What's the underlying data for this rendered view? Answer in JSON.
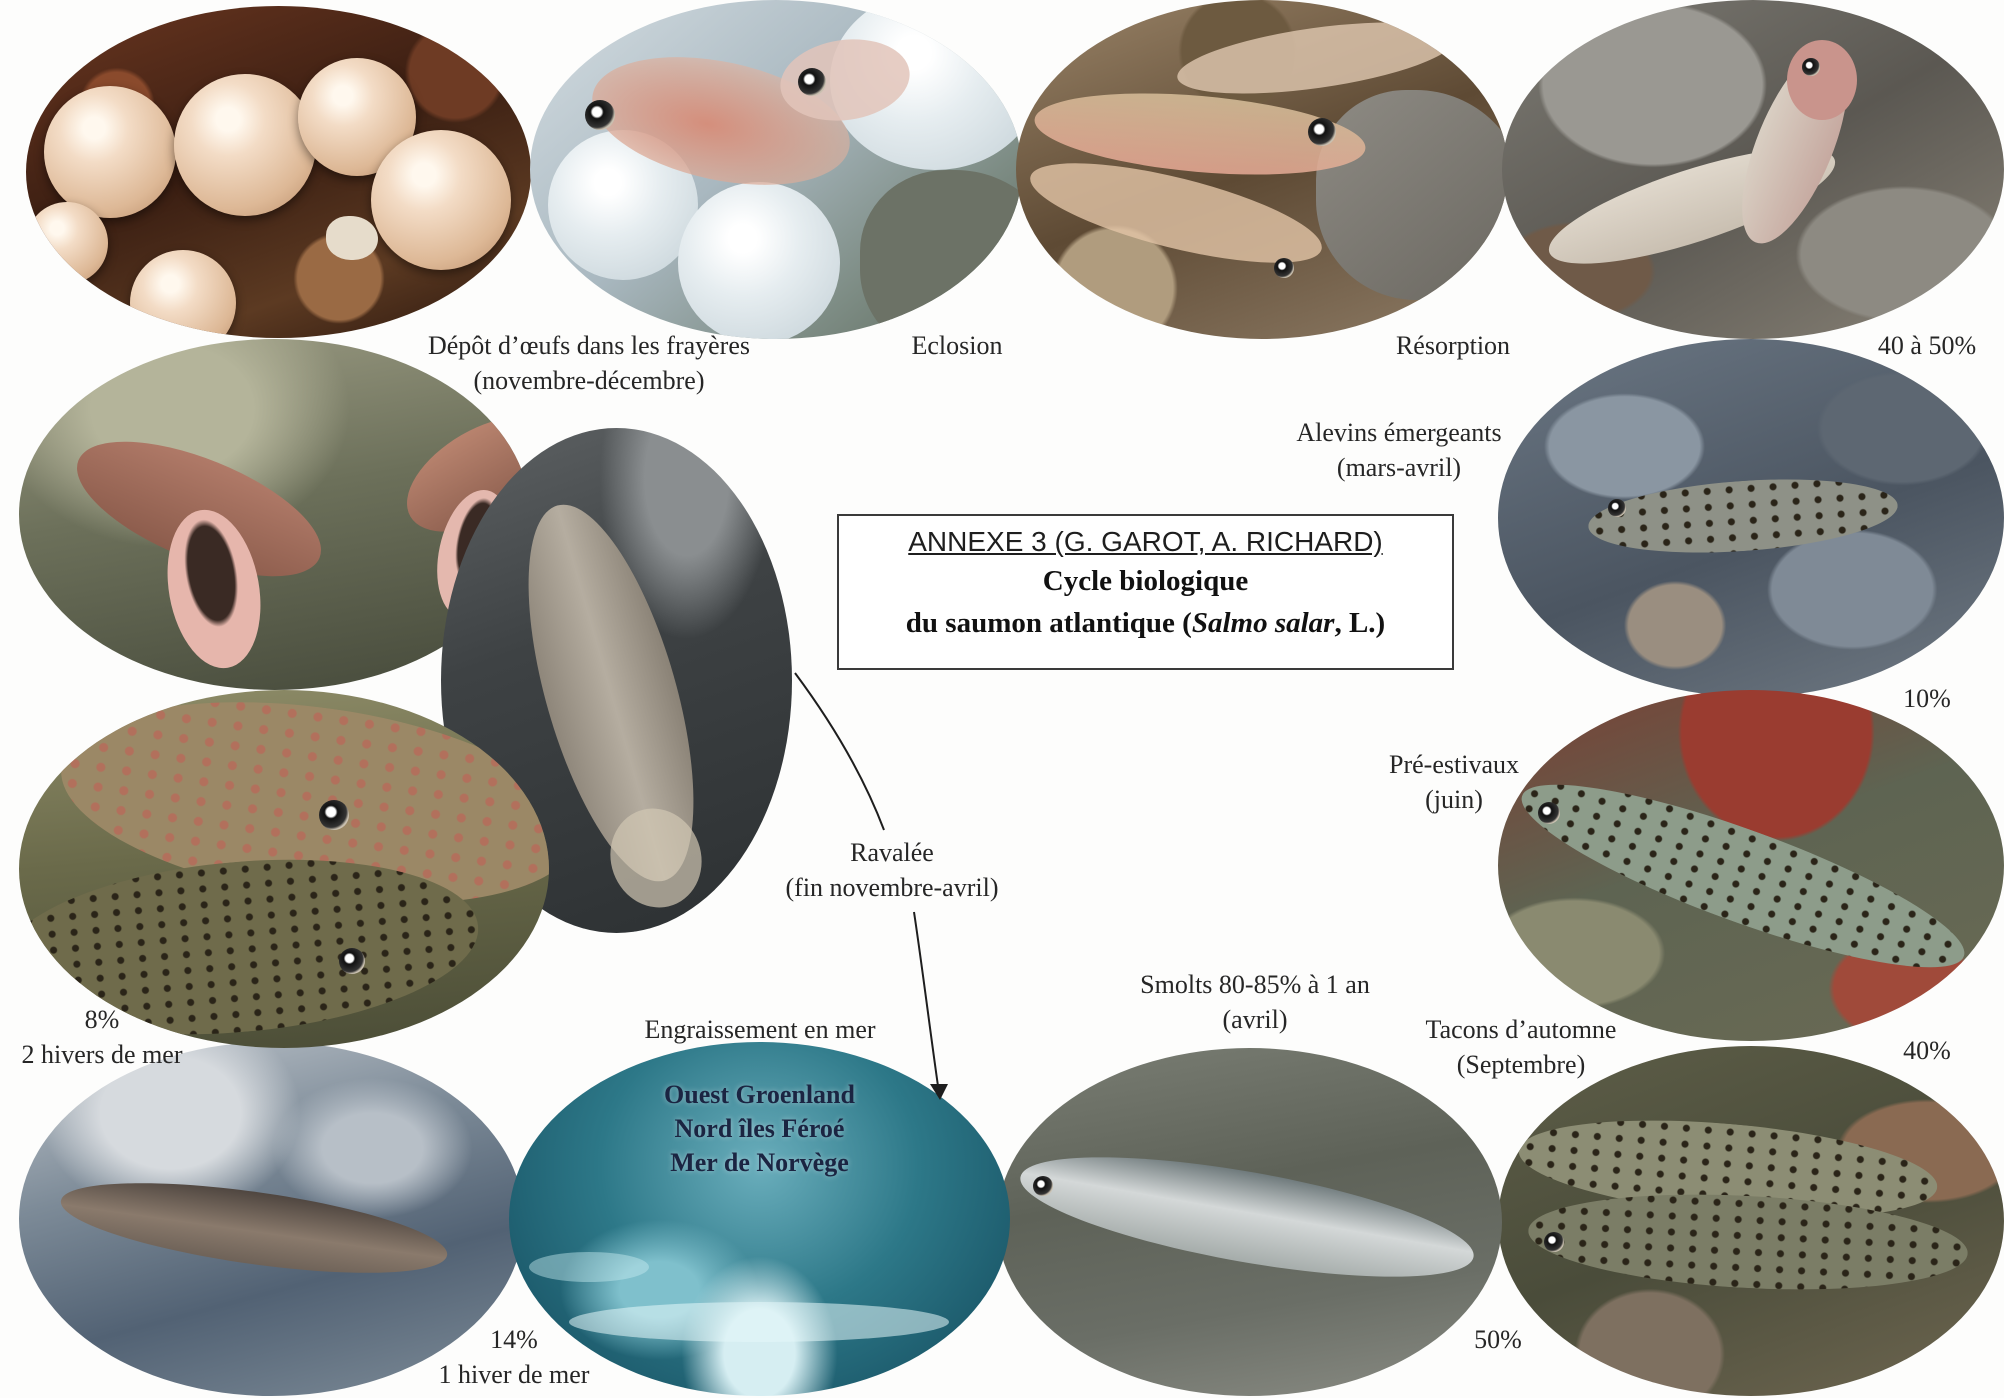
{
  "document": {
    "annex_label": "ANNEXE 3 (G. GAROT, A. RICHARD)",
    "title_line1": "Cycle biologique",
    "title_line2_prefix": "du saumon atlantique (",
    "title_line2_species": "Salmo salar",
    "title_line2_suffix": ", L.)"
  },
  "stages": {
    "depot": {
      "line1": "Dépôt d’œufs dans les frayères",
      "line2": "(novembre-décembre)"
    },
    "eclosion": "Eclosion",
    "resorption": "Résorption",
    "alevins": {
      "line1": "Alevins émergeants",
      "line2": "(mars-avril)"
    },
    "pre_estivaux": {
      "line1": "Pré-estivaux",
      "line2": "(juin)"
    },
    "tacons": {
      "line1": "Tacons d’automne",
      "line2": "(Septembre)"
    },
    "smolts": {
      "line1": "Smolts 80-85% à 1 an",
      "line2": "(avril)"
    },
    "engraissement": "Engraissement en mer",
    "un_hiver": {
      "pct": "14%",
      "label": "1 hiver de mer"
    },
    "deux_hivers": {
      "pct": "8%",
      "label": "2 hivers de mer"
    },
    "ravalee": {
      "line1": "Ravalée",
      "line2": "(fin novembre-avril)"
    }
  },
  "survival_rates": {
    "resorption": "40 à 50%",
    "alevins": "10%",
    "pre_estivaux": "40%",
    "smolts": "50%"
  },
  "sea_zones": [
    "Ouest Groenland",
    "Nord îles Féroé",
    "Mer de Norvège"
  ]
}
